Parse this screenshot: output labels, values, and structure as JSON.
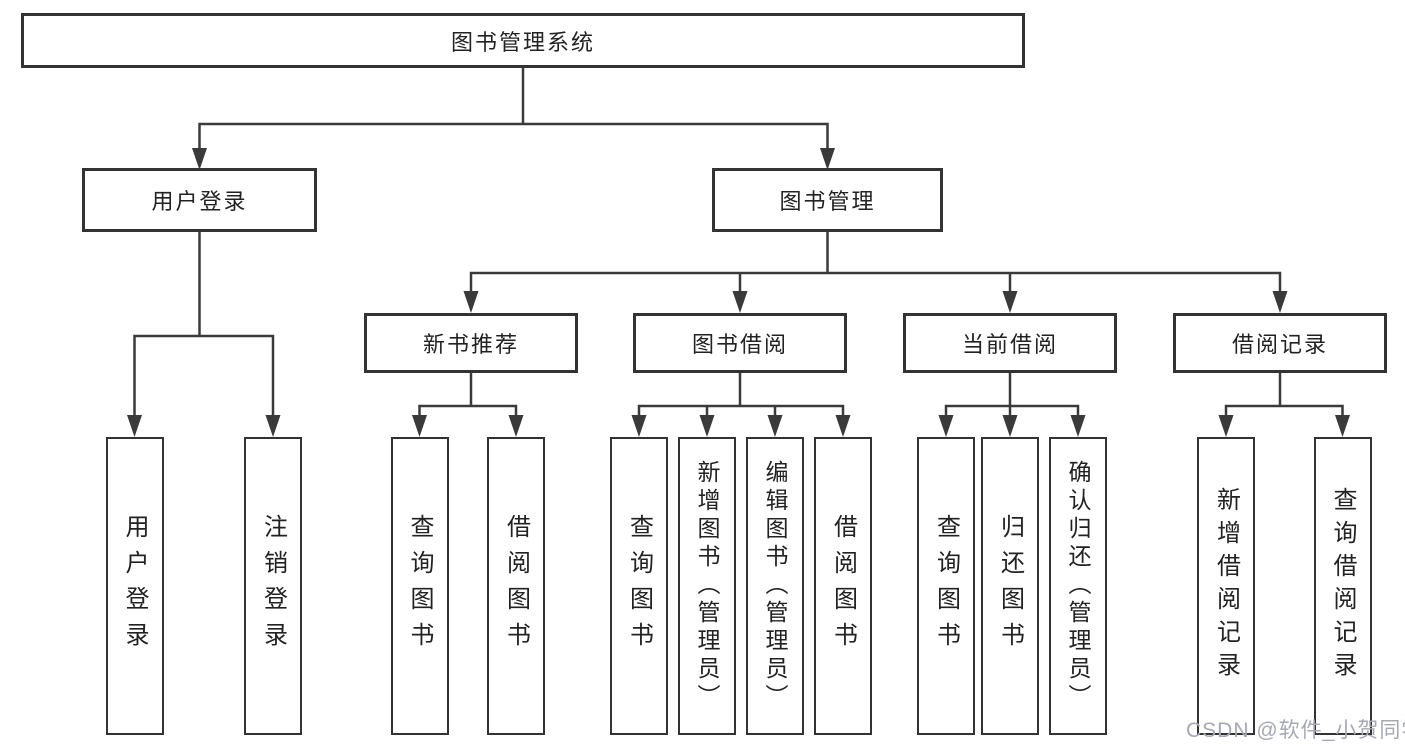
{
  "diagram": {
    "root": {
      "label": "图书管理系统"
    },
    "branches": [
      {
        "label": "用户登录",
        "children": [
          {
            "label": "用户登录"
          },
          {
            "label": "注销登录"
          }
        ]
      },
      {
        "label": "图书管理",
        "children": [
          {
            "label": "新书推荐",
            "children": [
              {
                "label": "查询图书"
              },
              {
                "label": "借阅图书"
              }
            ]
          },
          {
            "label": "图书借阅",
            "children": [
              {
                "label": "查询图书"
              },
              {
                "label": "新增图书（管理员）"
              },
              {
                "label": "编辑图书（管理员）"
              },
              {
                "label": "借阅图书"
              }
            ]
          },
          {
            "label": "当前借阅",
            "children": [
              {
                "label": "查询图书"
              },
              {
                "label": "归还图书"
              },
              {
                "label": "确认归还（管理员）"
              }
            ]
          },
          {
            "label": "借阅记录",
            "children": [
              {
                "label": "新增借阅记录"
              },
              {
                "label": "查询借阅记录"
              }
            ]
          }
        ]
      }
    ]
  },
  "watermark": {
    "text": "CSDN @软件_小贺同学"
  },
  "colors": {
    "background": "#ffffff",
    "line": "#3a3a3a",
    "box_border": "#333333",
    "text": "#222222",
    "watermark": "#a6a8b4"
  }
}
